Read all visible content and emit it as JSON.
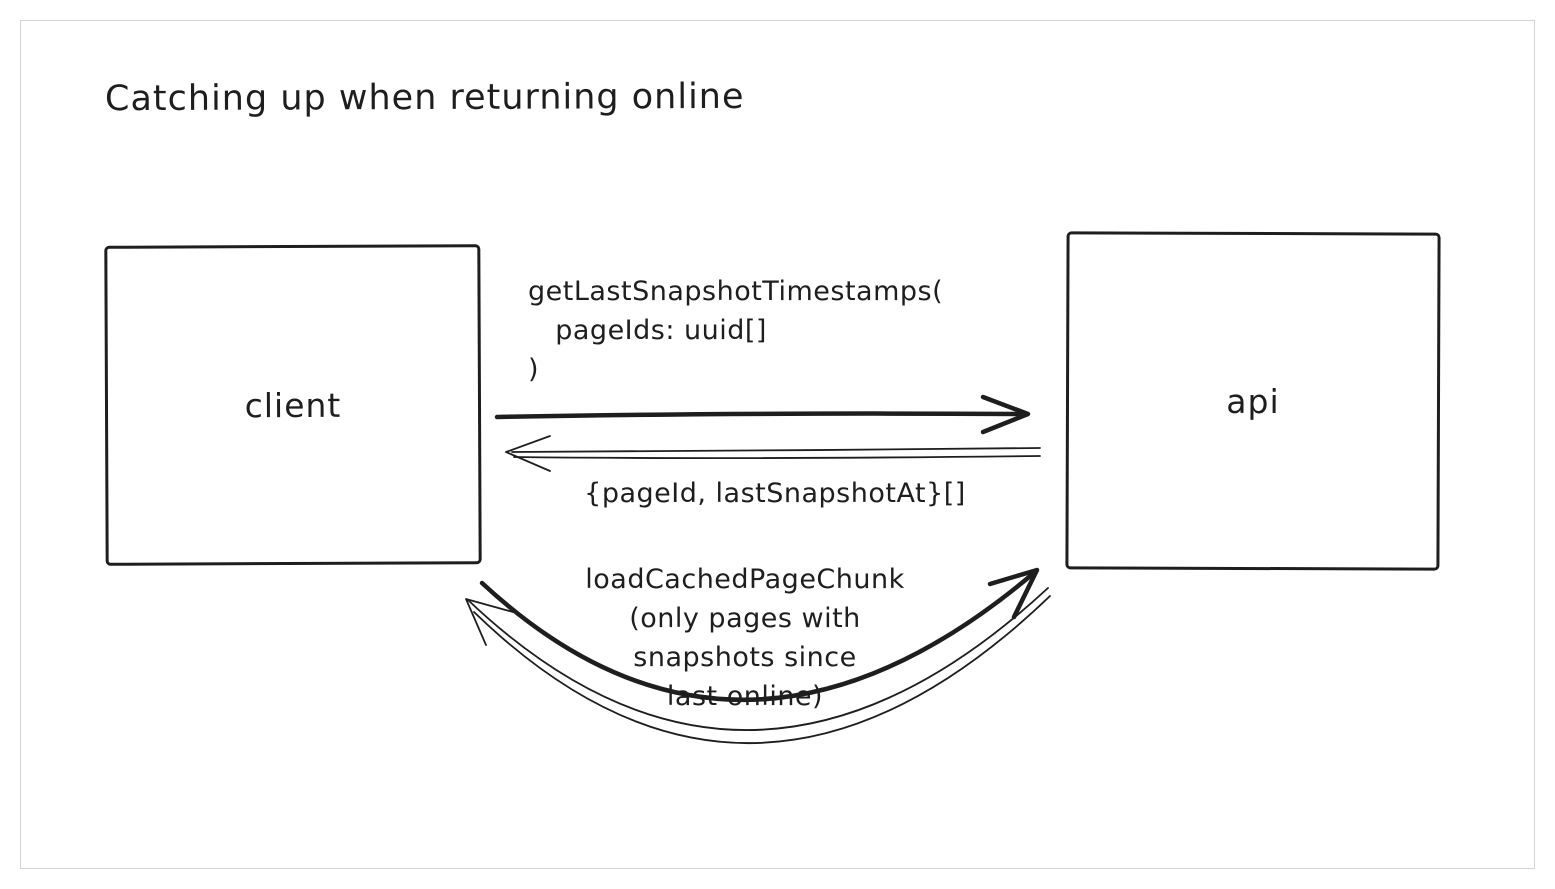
{
  "title": "Catching up when returning online",
  "nodes": {
    "client": {
      "label": "client"
    },
    "api": {
      "label": "api"
    }
  },
  "arrows": {
    "get_timestamps_request": {
      "label": "getLastSnapshotTimestamps(\n   pageIds: uuid[]\n)"
    },
    "get_timestamps_response": {
      "label": "{pageId, lastSnapshotAt}[]"
    },
    "load_cached_page_chunk": {
      "label": "loadCachedPageChunk\n(only pages with\nsnapshots since\nlast online)"
    }
  },
  "colors": {
    "ink": "#1e1e1e",
    "canvas": "#ffffff",
    "frame_border": "#d4d4d4"
  }
}
